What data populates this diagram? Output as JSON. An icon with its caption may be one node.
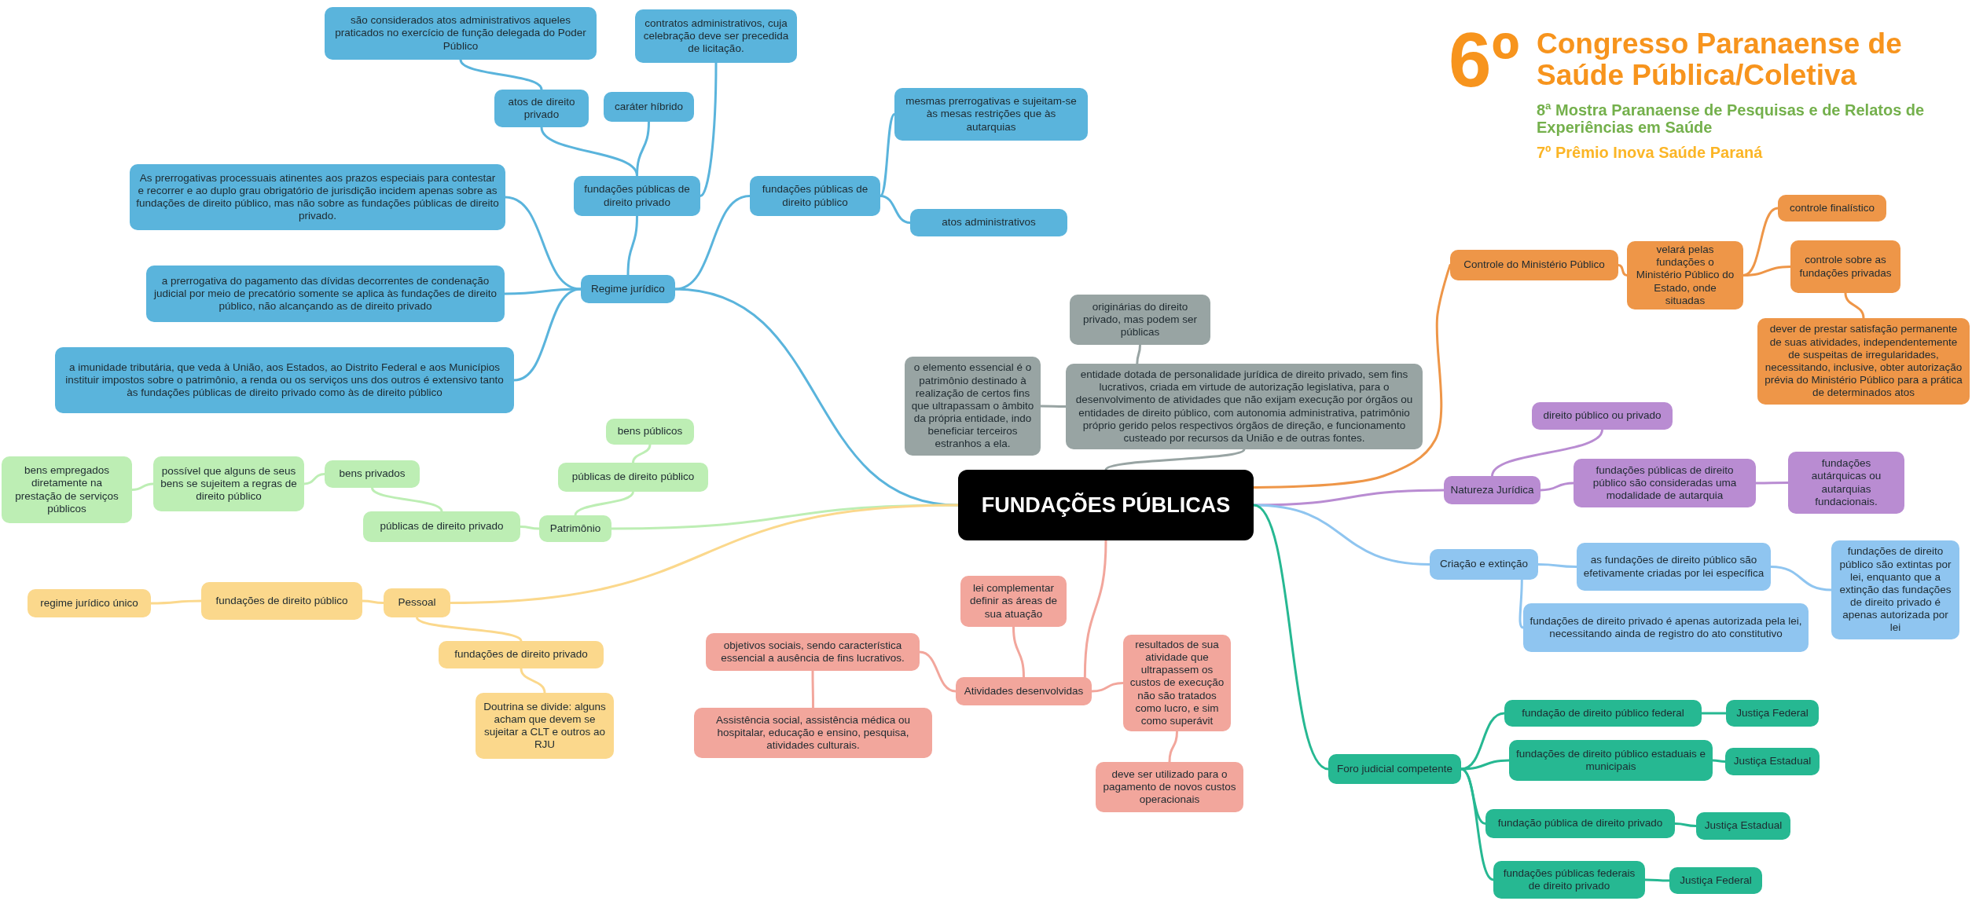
{
  "diagram": {
    "nodes": [
      {
        "text": [
          "FUNDAÇÕES PÚBLICAS"
        ]
      },
      {
        "text": [
          "Regime jurídico"
        ]
      },
      {
        "text": [
          "fundações públicas de direito privado"
        ]
      },
      {
        "text": [
          "atos de direito privado"
        ]
      },
      {
        "text": [
          "são considerados atos administrativos aqueles praticados no exercício de função delegada do Poder Público"
        ]
      },
      {
        "text": [
          "caráter híbrido"
        ]
      },
      {
        "text": [
          "contratos administrativos, cuja celebração deve ser precedida de licitação."
        ]
      },
      {
        "text": [
          "fundações públicas de direito público"
        ]
      },
      {
        "text": [
          "mesmas prerrogativas e sujeitam-se às mesas restrições que às autarquias"
        ]
      },
      {
        "text": [
          "atos administrativos"
        ]
      },
      {
        "text": [
          "As prerrogativas processuais atinentes aos prazos especiais para contestar e recorrer e ao duplo grau obrigatório de jurisdição incidem apenas sobre as fundações de direito público, mas não sobre as fundações públicas de direito privado."
        ]
      },
      {
        "text": [
          "a prerrogativa do pagamento das dívidas decorrentes de condenação judicial por meio de precatório somente se aplica às fundações de direito público, não alcançando as de direito privado"
        ]
      },
      {
        "text": [
          "a imunidade tributária, que veda à União, aos Estados, ao Distrito Federal e aos Municípios instituir impostos sobre o patrimônio, a renda ou os serviços uns dos outros é extensivo tanto às fundações públicas de direito privado como às de direito público"
        ]
      },
      {
        "text": [
          "entidade dotada de personalidade jurídica de direito privado, sem fins lucrativos, criada em virtude de autorização legislativa, para o desenvolvimento de atividades que não exijam execução por órgãos ou entidades de direito público, com autonomia administrativa, patrimônio próprio gerido pelos respectivos órgãos de direção, e funcionamento custeado por recursos da União e de outras fontes."
        ]
      },
      {
        "text": [
          "originárias do direito privado, mas podem ser públicas"
        ]
      },
      {
        "text": [
          "o elemento essencial é o patrimônio destinado à realização de certos fins que ultrapassam o âmbito da própria entidade, indo beneficiar terceiros estranhos a ela."
        ]
      },
      {
        "text": [
          "Patrimônio"
        ]
      },
      {
        "text": [
          "públicas de direito público"
        ]
      },
      {
        "text": [
          "bens públicos"
        ]
      },
      {
        "text": [
          "públicas de direito privado"
        ]
      },
      {
        "text": [
          "bens privados"
        ]
      },
      {
        "text": [
          "possível que alguns de seus bens se sujeitem a regras de direito público"
        ]
      },
      {
        "text": [
          "bens empregados diretamente na prestação de serviços públicos"
        ]
      },
      {
        "text": [
          "Pessoal"
        ]
      },
      {
        "text": [
          "fundações de direito público"
        ]
      },
      {
        "text": [
          "regime jurídico único"
        ]
      },
      {
        "text": [
          "fundações de direito privado"
        ]
      },
      {
        "text": [
          "Doutrina se divide: alguns acham que devem se sujeitar a CLT e outros ao RJU"
        ]
      },
      {
        "text": [
          "Atividades desenvolvidas"
        ]
      },
      {
        "text": [
          "lei complementar definir as áreas de sua atuação"
        ]
      },
      {
        "text": [
          "objetivos sociais, sendo característica essencial a ausência de fins lucrativos."
        ]
      },
      {
        "text": [
          "Assistência social, assistência médica ou hospitalar, educação e ensino, pesquisa, atividades culturais."
        ]
      },
      {
        "text": [
          "resultados de sua atividade que ultrapassem os custos de execução não são tratados como lucro, e sim como superávit"
        ]
      },
      {
        "text": [
          "deve ser utilizado para o pagamento de novos custos operacionais"
        ]
      },
      {
        "text": [
          "Controle do Ministério Público"
        ]
      },
      {
        "text": [
          "velará pelas fundações o Ministério Público do Estado, onde situadas"
        ]
      },
      {
        "text": [
          "controle finalístico"
        ]
      },
      {
        "text": [
          "controle sobre as fundações privadas"
        ]
      },
      {
        "text": [
          "dever de prestar satisfação permanente de suas atividades, independentemente de suspeitas de irregularidades, necessitando, inclusive, obter autorização prévia do Ministério Público para a prática de determinados atos"
        ]
      },
      {
        "text": [
          "Natureza Jurídica"
        ]
      },
      {
        "text": [
          "direito público ou privado"
        ]
      },
      {
        "text": [
          "fundações públicas de direito público são consideradas uma modalidade de autarquia"
        ]
      },
      {
        "text": [
          "fundações autárquicas ou autarquias fundacionais."
        ]
      },
      {
        "text": [
          "Criação e extinção"
        ]
      },
      {
        "text": [
          "as fundações de direito público são efetivamente criadas por lei específica"
        ]
      },
      {
        "text": [
          "fundações de direito privado é apenas autorizada pela lei, necessitando ainda de registro do ato constitutivo"
        ]
      },
      {
        "text": [
          "fundações de direito público são extintas por lei, enquanto que a extinção das fundações de direito privado é apenas autorizada por lei"
        ]
      },
      {
        "text": [
          "Foro judicial competente"
        ]
      },
      {
        "text": [
          "fundação de direito público federal"
        ]
      },
      {
        "text": [
          "Justiça Federal"
        ]
      },
      {
        "text": [
          "fundações de direito público estaduais e municipais"
        ]
      },
      {
        "text": [
          "Justiça Estadual"
        ]
      },
      {
        "text": [
          "fundação pública de direito privado"
        ]
      },
      {
        "text": [
          "Justiça Estadual"
        ]
      },
      {
        "text": [
          "fundações públicas federais de direito privado"
        ]
      },
      {
        "text": [
          "Justiça Federal"
        ]
      }
    ],
    "edges": [
      {
        "from": 0,
        "to": 1,
        "arrow": "none",
        "color": "#5ab4dc"
      },
      {
        "from": 1,
        "to": 2,
        "arrow": "none",
        "color": "#5ab4dc"
      },
      {
        "from": 2,
        "to": 3,
        "arrow": "none",
        "color": "#5ab4dc"
      },
      {
        "from": 3,
        "to": 4,
        "arrow": "none",
        "color": "#5ab4dc"
      },
      {
        "from": 2,
        "to": 5,
        "arrow": "none",
        "color": "#5ab4dc"
      },
      {
        "from": 2,
        "to": 6,
        "arrow": "none",
        "color": "#5ab4dc"
      },
      {
        "from": 1,
        "to": 7,
        "arrow": "none",
        "color": "#5ab4dc"
      },
      {
        "from": 7,
        "to": 8,
        "arrow": "none",
        "color": "#5ab4dc"
      },
      {
        "from": 7,
        "to": 9,
        "arrow": "none",
        "color": "#5ab4dc"
      },
      {
        "from": 1,
        "to": 10,
        "arrow": "none",
        "color": "#5ab4dc"
      },
      {
        "from": 1,
        "to": 11,
        "arrow": "none",
        "color": "#5ab4dc"
      },
      {
        "from": 1,
        "to": 12,
        "arrow": "none",
        "color": "#5ab4dc"
      },
      {
        "from": 0,
        "to": 13,
        "arrow": "none",
        "color": "#98a4a3"
      },
      {
        "from": 13,
        "to": 14,
        "arrow": "none",
        "color": "#98a4a3"
      },
      {
        "from": 13,
        "to": 15,
        "arrow": "none",
        "color": "#98a4a3"
      },
      {
        "from": 0,
        "to": 16,
        "arrow": "none",
        "color": "#bdeeb4"
      },
      {
        "from": 16,
        "to": 17,
        "arrow": "none",
        "color": "#bdeeb4"
      },
      {
        "from": 17,
        "to": 18,
        "arrow": "none",
        "color": "#bdeeb4"
      },
      {
        "from": 16,
        "to": 19,
        "arrow": "none",
        "color": "#bdeeb4"
      },
      {
        "from": 19,
        "to": 20,
        "arrow": "none",
        "color": "#bdeeb4"
      },
      {
        "from": 20,
        "to": 21,
        "arrow": "none",
        "color": "#bdeeb4"
      },
      {
        "from": 21,
        "to": 22,
        "arrow": "none",
        "color": "#bdeeb4"
      },
      {
        "from": 0,
        "to": 23,
        "arrow": "none",
        "color": "#fbd88c"
      },
      {
        "from": 23,
        "to": 24,
        "arrow": "none",
        "color": "#fbd88c"
      },
      {
        "from": 24,
        "to": 25,
        "arrow": "none",
        "color": "#fbd88c"
      },
      {
        "from": 23,
        "to": 26,
        "arrow": "none",
        "color": "#fbd88c"
      },
      {
        "from": 26,
        "to": 27,
        "arrow": "none",
        "color": "#fbd88c"
      },
      {
        "from": 0,
        "to": 28,
        "arrow": "none",
        "color": "#f2a69c"
      },
      {
        "from": 28,
        "to": 29,
        "arrow": "none",
        "color": "#f2a69c"
      },
      {
        "from": 28,
        "to": 30,
        "arrow": "none",
        "color": "#f2a69c"
      },
      {
        "from": 30,
        "to": 31,
        "arrow": "none",
        "color": "#f2a69c"
      },
      {
        "from": 28,
        "to": 32,
        "arrow": "none",
        "color": "#f2a69c"
      },
      {
        "from": 32,
        "to": 33,
        "arrow": "none",
        "color": "#f2a69c"
      },
      {
        "from": 0,
        "to": 34,
        "arrow": "none",
        "color": "#ee9648"
      },
      {
        "from": 34,
        "to": 35,
        "arrow": "none",
        "color": "#ee9648"
      },
      {
        "from": 35,
        "to": 36,
        "arrow": "none",
        "color": "#ee9648"
      },
      {
        "from": 35,
        "to": 37,
        "arrow": "none",
        "color": "#ee9648"
      },
      {
        "from": 37,
        "to": 38,
        "arrow": "none",
        "color": "#ee9648"
      },
      {
        "from": 0,
        "to": 39,
        "arrow": "none",
        "color": "#b98cd2"
      },
      {
        "from": 39,
        "to": 40,
        "arrow": "none",
        "color": "#b98cd2"
      },
      {
        "from": 39,
        "to": 41,
        "arrow": "none",
        "color": "#b98cd2"
      },
      {
        "from": 41,
        "to": 42,
        "arrow": "none",
        "color": "#b98cd2"
      },
      {
        "from": 0,
        "to": 43,
        "arrow": "none",
        "color": "#8fc5f0"
      },
      {
        "from": 43,
        "to": 44,
        "arrow": "none",
        "color": "#8fc5f0"
      },
      {
        "from": 43,
        "to": 45,
        "arrow": "none",
        "color": "#8fc5f0"
      },
      {
        "from": 44,
        "to": 46,
        "arrow": "none",
        "color": "#8fc5f0"
      },
      {
        "from": 0,
        "to": 47,
        "arrow": "none",
        "color": "#26b892"
      },
      {
        "from": 47,
        "to": 48,
        "arrow": "none",
        "color": "#26b892"
      },
      {
        "from": 48,
        "to": 49,
        "arrow": "none",
        "color": "#26b892"
      },
      {
        "from": 47,
        "to": 50,
        "arrow": "none",
        "color": "#26b892"
      },
      {
        "from": 50,
        "to": 51,
        "arrow": "none",
        "color": "#26b892"
      },
      {
        "from": 47,
        "to": 52,
        "arrow": "none",
        "color": "#26b892"
      },
      {
        "from": 52,
        "to": 53,
        "arrow": "none",
        "color": "#26b892"
      },
      {
        "from": 47,
        "to": 54,
        "arrow": "none",
        "color": "#26b892"
      },
      {
        "from": 54,
        "to": 55,
        "arrow": "none",
        "color": "#26b892"
      }
    ],
    "labels": [
      "6º",
      "Congresso Paranaense de Saúde Pública/Coletiva",
      "8ª Mostra Paranaense de Pesquisas e de Relatos de Experiências em Saúde",
      "7º Prêmio Inova Saúde Paraná"
    ]
  }
}
